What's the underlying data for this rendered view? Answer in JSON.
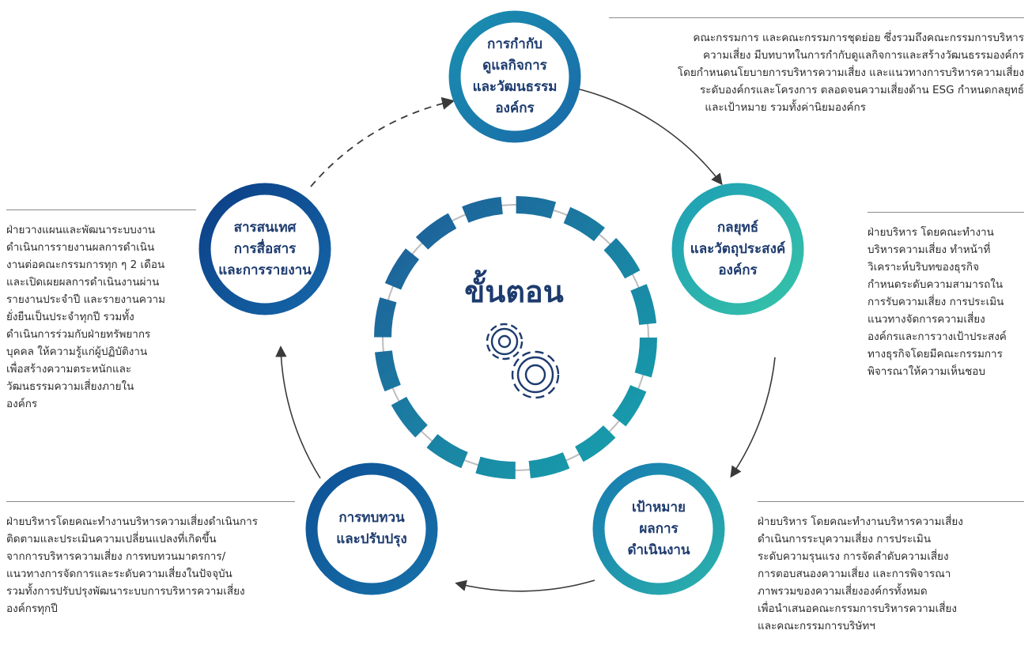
{
  "center": {
    "title": "ขั้นตอน",
    "icon": "gears-icon"
  },
  "nodes": {
    "governance": {
      "lines": [
        "การกำกับ",
        "ดูแลกิจการ",
        "และวัฒนธรรม",
        "องค์กร"
      ]
    },
    "strategy": {
      "lines": [
        "กลยุทธ์",
        "และวัตถุประสงค์",
        "องค์กร"
      ]
    },
    "performance": {
      "lines": [
        "เป้าหมาย",
        "ผลการ",
        "ดำเนินงาน"
      ]
    },
    "review": {
      "lines": [
        "การทบทวน",
        "และปรับปรุง"
      ]
    },
    "information": {
      "lines": [
        "สารสนเทศ",
        "การสื่อสาร",
        "และการรายงาน"
      ]
    }
  },
  "descriptions": {
    "governance": [
      "คณะกรรมการ และคณะกรรมการชุดย่อย ซึ่งรวมถึงคณะกรรมการบริหาร",
      "ความเสี่ยง มีบทบาทในการกำกับดูแลกิจการและสร้างวัฒนธรรมองค์กร",
      "โดยกำหนดนโยบายการบริหารความเสี่ยง และแนวทางการบริหารความเสี่ยง",
      "ระดับองค์กรและโครงการ ตลอดจนความเสี่ยงด้าน ESG กำหนดกลยุทธ์",
      "และเป้าหมาย รวมทั้งค่านิยมองค์กร"
    ],
    "strategy": [
      "ฝ่ายบริหาร โดยคณะทำงาน",
      "บริหารความเสี่ยง ทำหน้าที่",
      "วิเคราะห์บริบทของธุรกิจ",
      "กำหนดระดับความสามารถใน",
      "การรับความเสี่ยง การประเมิน",
      "แนวทางจัดการความเสี่ยง",
      "องค์กรและการวางเป้าประสงค์",
      "ทางธุรกิจโดยมีคณะกรรมการ",
      "พิจารณาให้ความเห็นชอบ"
    ],
    "performance": [
      "ฝ่ายบริหาร โดยคณะทำงานบริหารความเสี่ยง",
      "ดำเนินการระบุความเสี่ยง การประเมิน",
      "ระดับความรุนแรง การจัดลำดับความเสี่ยง",
      "การตอบสนองความเสี่ยง และการพิจารณา",
      "ภาพรวมของความเสี่ยงองค์กรทั้งหมด",
      "เพื่อนำเสนอคณะกรรมการบริหารความเสี่ยง",
      "และคณะกรรมการบริษัทฯ"
    ],
    "review": [
      "ฝ่ายบริหารโดยคณะทำงานบริหารความเสี่ยงดำเนินการ",
      "ติดตามและประเมินความเปลี่ยนแปลงที่เกิดขึ้น",
      "จากการบริหารความเสี่ยง การทบทวนมาตรการ/",
      "แนวทางการจัดการและระดับความเสี่ยงในปัจจุบัน",
      "รวมทั้งการปรับปรุงพัฒนาระบบการบริหารความเสี่ยง",
      "องค์กรทุกปี"
    ],
    "information": [
      "ฝ่ายวางแผนและพัฒนาระบบงาน",
      "ดำเนินการรายงานผลการดำเนิน",
      "งานต่อคณะกรรมการทุก ๆ 2 เดือน",
      "และเปิดเผยผลการดำเนินงานผ่าน",
      "รายงานประจำปี และรายงานความ",
      "ยั่งยืนเป็นประจำทุกปี รวมทั้ง",
      "ดำเนินการร่วมกับฝ่ายทรัพยากร",
      "บุคคล ให้ความรู้แก่ผู้ปฏิบัติงาน",
      "เพื่อสร้างความตระหนักและ",
      "วัฒนธรรมความเสี่ยงภายใน",
      "องค์กร"
    ]
  },
  "colors": {
    "navy": "#1d3b6e",
    "blue_dark": "#0f4e94",
    "blue_mid": "#1670a8",
    "teal": "#2fb8a8",
    "center_ring": "#1b80a8"
  }
}
